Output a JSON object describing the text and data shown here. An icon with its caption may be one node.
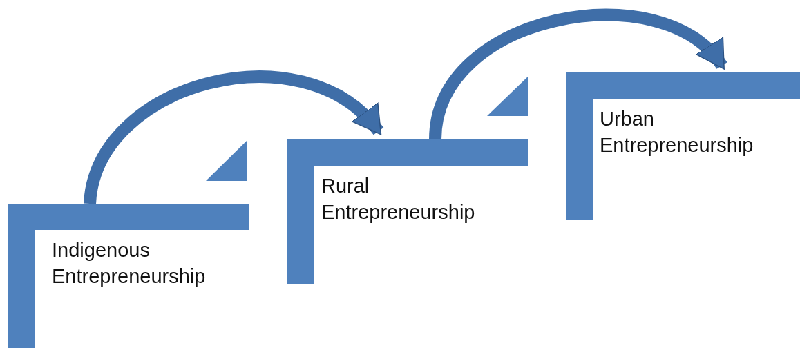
{
  "diagram": {
    "nodes": [
      {
        "text": [
          "Indigenous Entrepreneurship"
        ]
      },
      {
        "text": [
          "Rural Entrepreneurship"
        ]
      },
      {
        "text": [
          "Urban Entrepreneurship"
        ]
      }
    ],
    "edges": [
      {
        "from": 0,
        "to": 1,
        "arrow": "to"
      },
      {
        "from": 1,
        "to": 2,
        "arrow": "to"
      }
    ]
  }
}
